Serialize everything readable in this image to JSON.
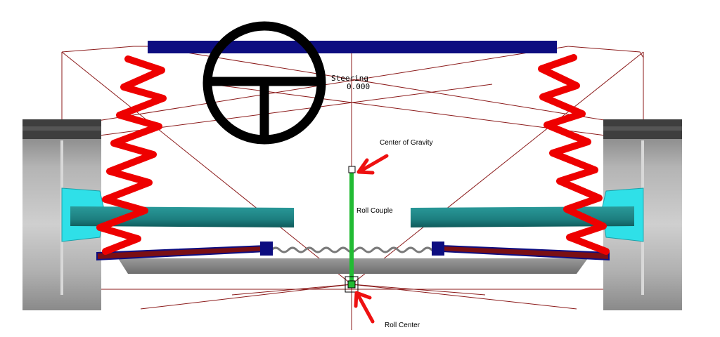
{
  "steering": {
    "label": "Steering",
    "value": "0.000"
  },
  "annotations": {
    "center_of_gravity": "Center of Gravity",
    "roll_couple": "Roll Couple",
    "roll_center": "Roll Center"
  },
  "colors": {
    "body_bar": "#0d0d80",
    "spring": "#ee0000",
    "roll_couple_bar": "#22bb33",
    "arrow": "#ee1111",
    "control_arm": "#1f8a8a",
    "upright": "#2fe0e8",
    "wheel": "#a8a8a8",
    "frame": "#8b1a1a",
    "steering_wheel": "#000000"
  }
}
